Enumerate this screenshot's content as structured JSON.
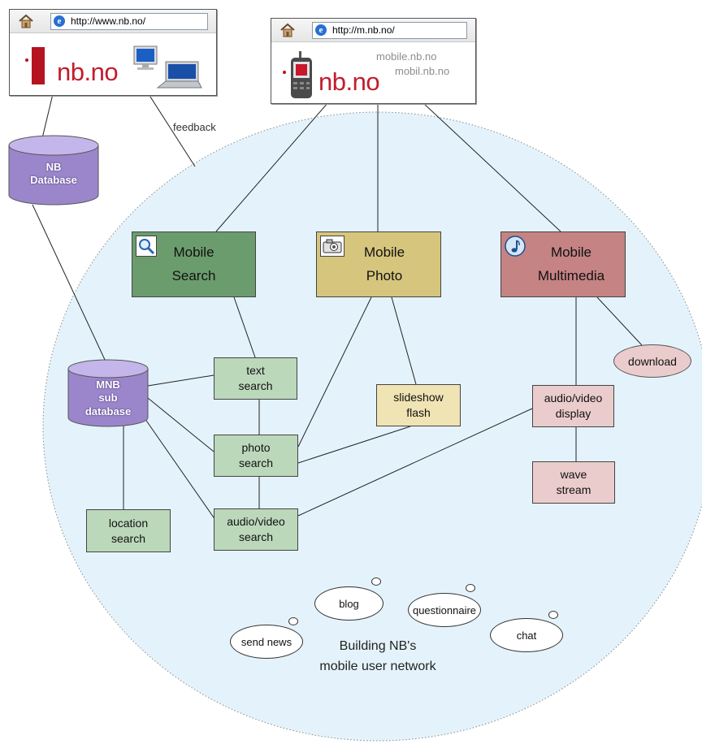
{
  "browser_desktop": {
    "url": "http://www.nb.no/",
    "brand": "nb.no",
    "icons": [
      "home-icon",
      "ie-icon",
      "nb-logo-icon",
      "desktop-computer-icon",
      "laptop-icon"
    ]
  },
  "browser_mobile": {
    "url": "http://m.nb.no/",
    "brand": "nb.no",
    "alias1": "mobile.nb.no",
    "alias2": "mobil.nb.no",
    "icons": [
      "home-icon",
      "ie-icon",
      "mobile-phone-icon"
    ]
  },
  "feedback_label": "feedback",
  "databases": {
    "nb": [
      "NB",
      "Database"
    ],
    "mnb": [
      "MNB",
      "sub",
      "database"
    ]
  },
  "modules": {
    "search": [
      "Mobile",
      "Search"
    ],
    "photo": [
      "Mobile",
      "Photo"
    ],
    "multimedia": [
      "Mobile",
      "Multimedia"
    ]
  },
  "features": {
    "text_search": [
      "text",
      "search"
    ],
    "photo_search": [
      "photo",
      "search"
    ],
    "av_search": [
      "audio/video",
      "search"
    ],
    "location_search": [
      "location",
      "search"
    ],
    "slideshow": [
      "slideshow",
      "flash"
    ],
    "av_display": [
      "audio/video",
      "display"
    ],
    "wave_stream": [
      "wave",
      "stream"
    ],
    "download": "download"
  },
  "bubbles": {
    "blog": "blog",
    "questionnaire": "questionnaire",
    "chat": "chat",
    "send_news": "send news"
  },
  "caption": [
    "Building NB's",
    "mobile user network"
  ],
  "colors": {
    "network_fill": "#e4f3fb",
    "mobile_search": "#6b9c6d",
    "mobile_photo": "#d6c57c",
    "mobile_multimedia": "#c58383",
    "database": "#9b86cc",
    "brand_red": "#c21c2c"
  }
}
